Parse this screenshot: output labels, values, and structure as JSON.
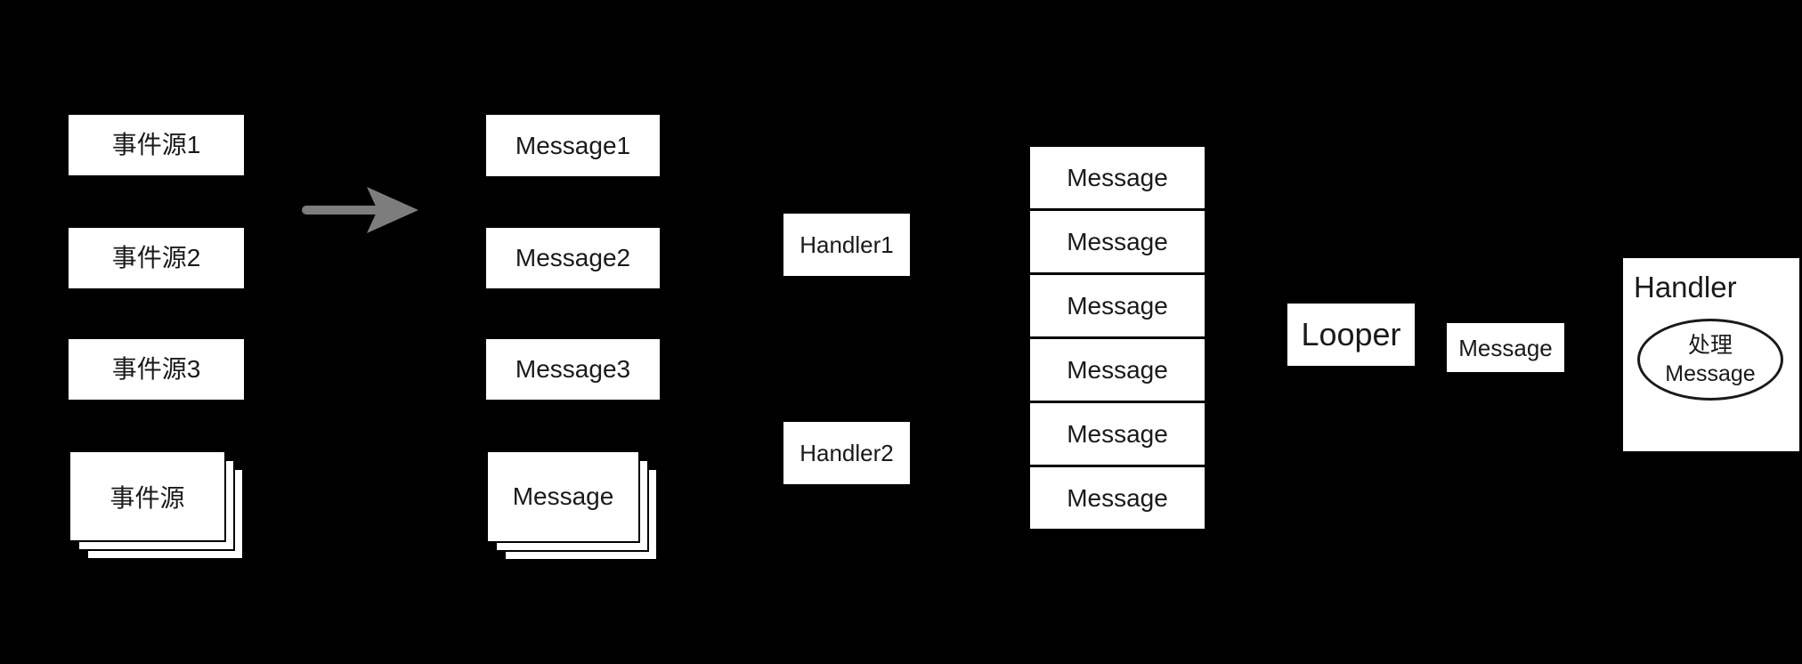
{
  "diagram": {
    "colors": {
      "background": "#000000",
      "box_fill": "#ffffff",
      "text": "#1a1a1a",
      "arrow": "#7d7d7d"
    },
    "event_sources": {
      "item1": "事件源1",
      "item2": "事件源2",
      "item3": "事件源3",
      "stack_label": "事件源"
    },
    "messages": {
      "item1": "Message1",
      "item2": "Message2",
      "item3": "Message3",
      "stack_label": "Message"
    },
    "handlers": {
      "handler1": "Handler1",
      "handler2": "Handler2"
    },
    "message_queue": {
      "items": [
        "Message",
        "Message",
        "Message",
        "Message",
        "Message",
        "Message"
      ]
    },
    "looper_label": "Looper",
    "message_label": "Message",
    "handler_box": {
      "title": "Handler",
      "ellipse_line1": "处理",
      "ellipse_line2": "Message"
    }
  }
}
